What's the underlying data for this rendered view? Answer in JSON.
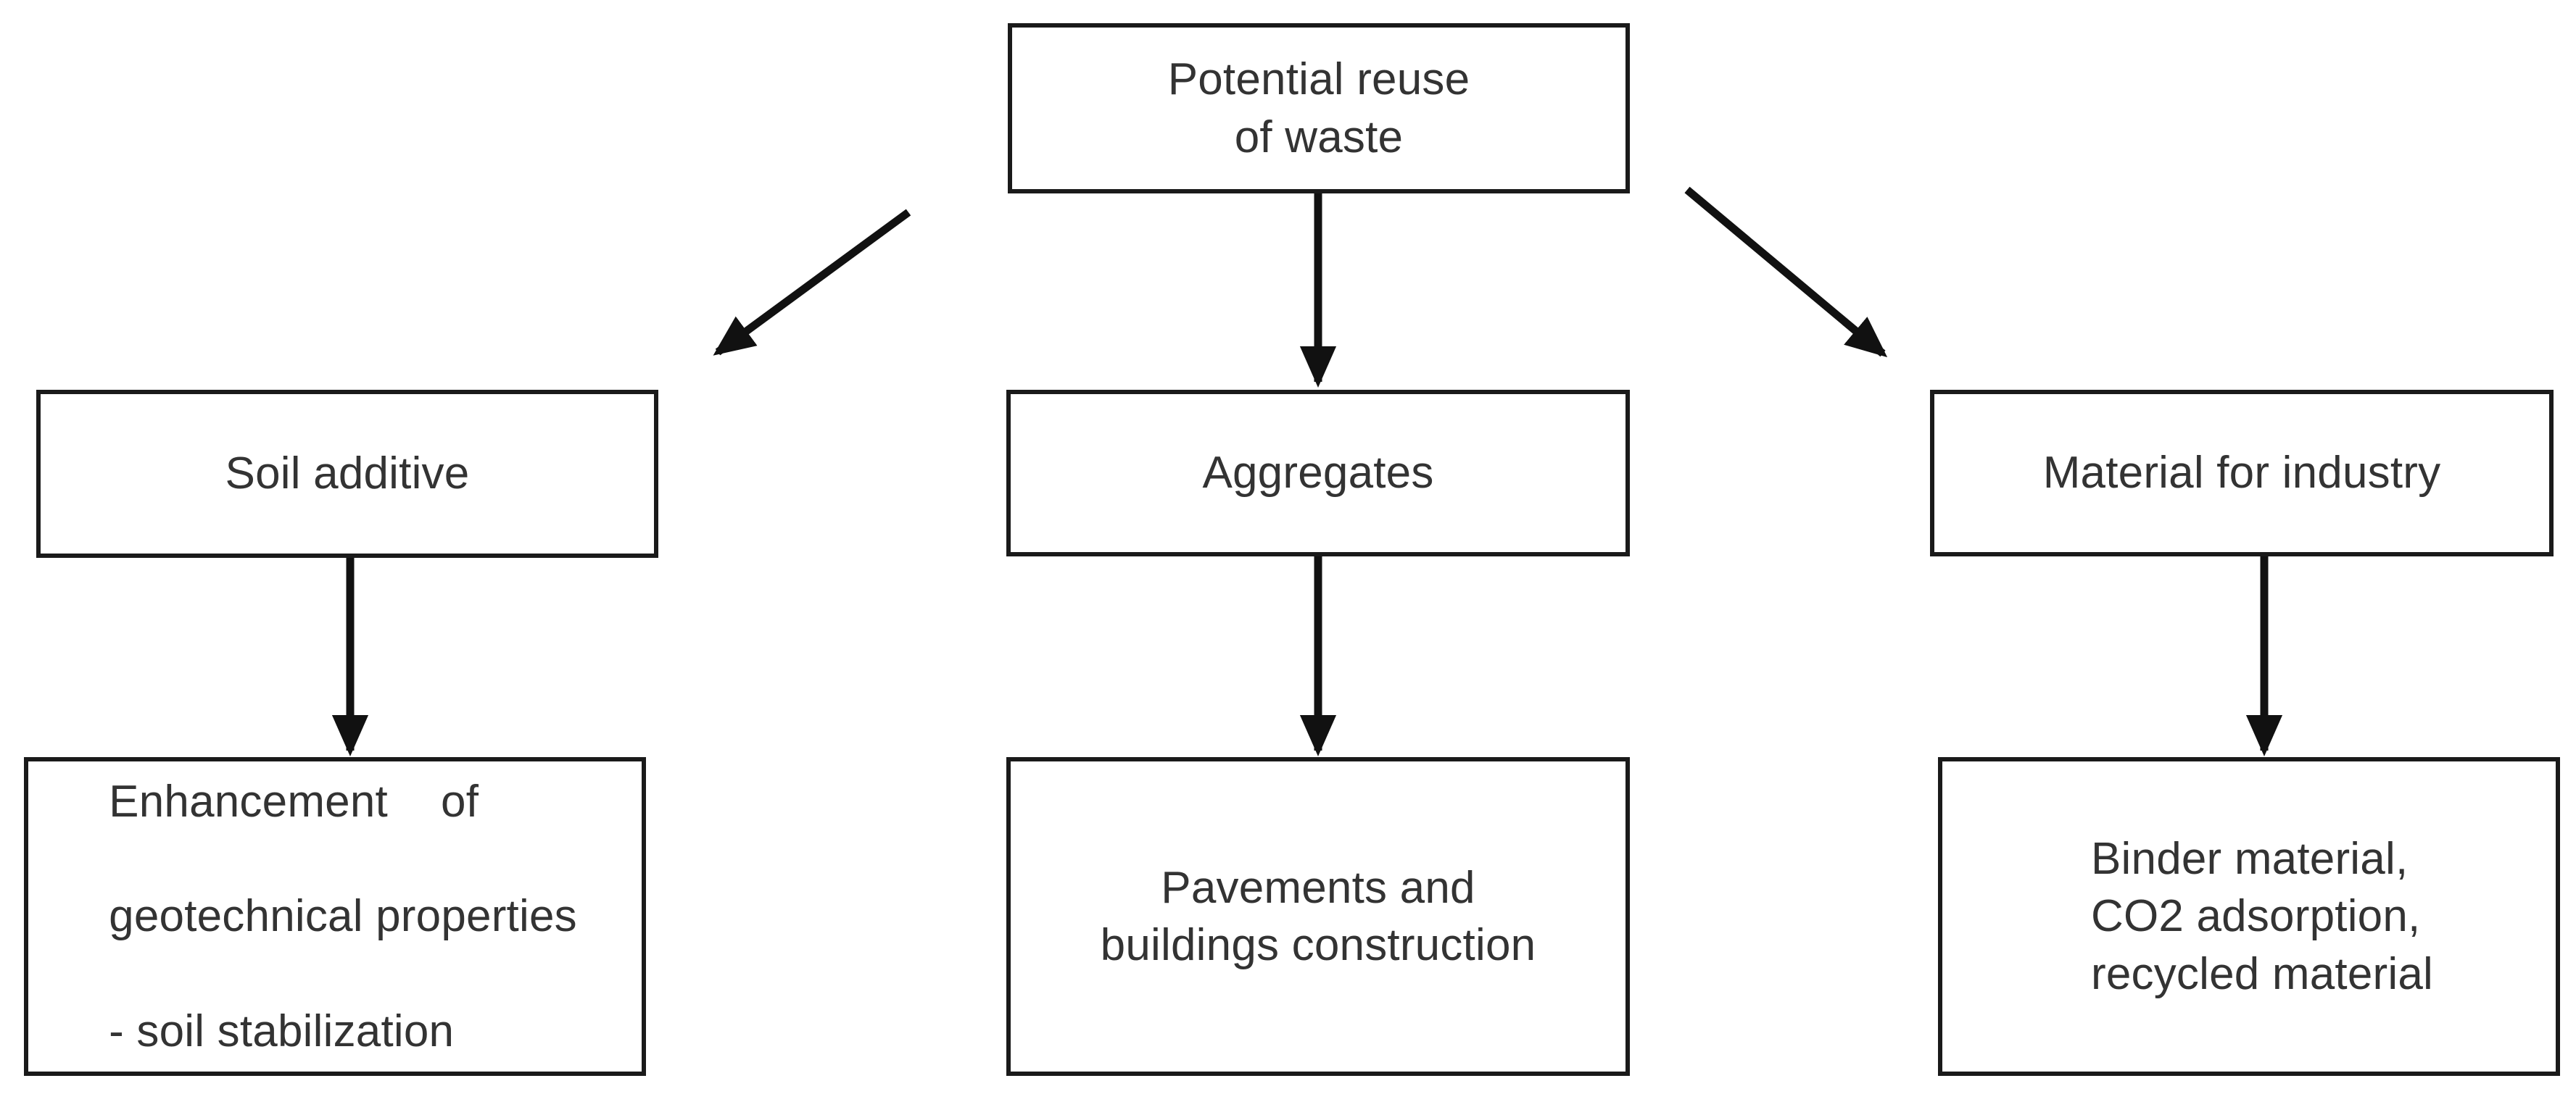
{
  "diagram": {
    "title": "Potential reuse of waste",
    "stroke_color": "#1a1a1a",
    "text_color": "#333333",
    "background_color": "#ffffff",
    "nodes": {
      "root": {
        "label": "Potential reuse\nof waste"
      },
      "soil_additive": {
        "label": "Soil additive"
      },
      "aggregates": {
        "label": "Aggregates"
      },
      "material_for_industry": {
        "label": "Material for industry"
      },
      "enhancement": {
        "line1_left": "Enhancement",
        "line1_right": "of",
        "line2": "geotechnical properties",
        "line3": "- soil stabilization"
      },
      "pavements": {
        "label": "Pavements and\nbuildings construction"
      },
      "binder": {
        "label": "Binder material,\nCO2 adsorption,\nrecycled material"
      }
    },
    "connectors": [
      {
        "name": "root-to-soil-additive",
        "from": "root",
        "to": "soil_additive",
        "style": "diagonal-left-arrow"
      },
      {
        "name": "root-to-aggregates",
        "from": "root",
        "to": "aggregates",
        "style": "vertical-arrow"
      },
      {
        "name": "root-to-material-for-industry",
        "from": "root",
        "to": "material_for_industry",
        "style": "diagonal-right-arrow"
      },
      {
        "name": "soil-additive-to-enhancement",
        "from": "soil_additive",
        "to": "enhancement",
        "style": "vertical-arrow"
      },
      {
        "name": "aggregates-to-pavements",
        "from": "aggregates",
        "to": "pavements",
        "style": "vertical-arrow"
      },
      {
        "name": "material-for-industry-to-binder",
        "from": "material_for_industry",
        "to": "binder",
        "style": "vertical-arrow"
      }
    ]
  }
}
